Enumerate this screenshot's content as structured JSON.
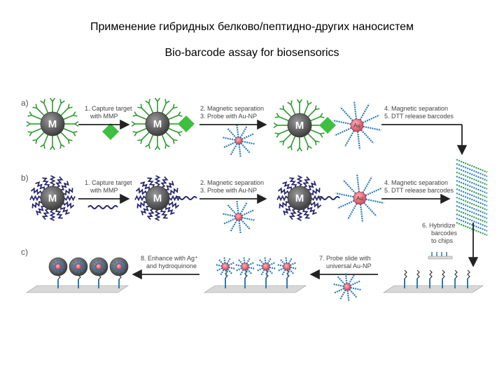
{
  "header": {
    "title": "Применение гибридных белково/пептидно-других наносистем",
    "subtitle": "Bio-barcode assay for biosensorics"
  },
  "rows": {
    "a": "a)",
    "b": "b)",
    "c": "c)"
  },
  "steps": {
    "capture_a": [
      "1. Capture target",
      "with MMP"
    ],
    "separation_a": [
      "2. Magnetic separation",
      "3. Probe with Au-NP"
    ],
    "release_a": [
      "4. Magnetic separation",
      "5. DTT release barcodes"
    ],
    "capture_b": [
      "1. Capture target",
      "with MMP"
    ],
    "separation_b": [
      "2. Magnetic separation",
      "3. Probe with Au-NP"
    ],
    "release_b": [
      "4. Magnetic separation",
      "5. DTT release barcodes"
    ],
    "hybridize": [
      "6. Hybridize",
      "barcodes",
      "to chips"
    ],
    "probe_slide": [
      "7. Probe slide with",
      "universal Au-NP"
    ],
    "enhance": [
      "8. Enhance with Ag⁺",
      "and hydroquinone"
    ]
  },
  "labels": {
    "magnet": "M",
    "gold": "Au"
  },
  "colors": {
    "antibody": "#2e9a2e",
    "peptide": "#2a2a70",
    "target": "#3fbf3f",
    "bead": "#5a5a5a",
    "gold": "#e06070",
    "barcode": "#2a7cb8",
    "arrow": "#222222",
    "slide": "#d8d8d8"
  }
}
